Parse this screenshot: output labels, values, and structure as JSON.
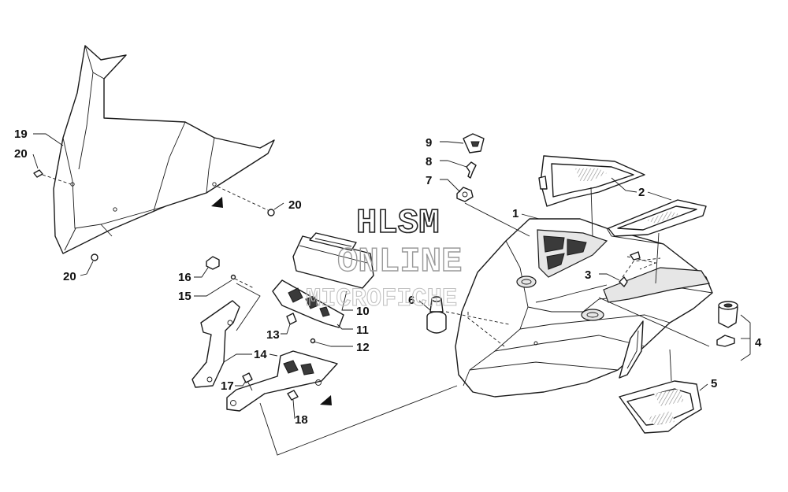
{
  "watermark": {
    "line1": "HLSM",
    "line2": "ONLINE",
    "line3": "MICROFICHE"
  },
  "callouts": {
    "c1": "1",
    "c2": "2",
    "c3": "3",
    "c4": "4",
    "c5": "5",
    "c6": "6",
    "c7": "7",
    "c8": "8",
    "c9": "9",
    "c10": "10",
    "c11": "11",
    "c12": "12",
    "c13": "13",
    "c14": "14",
    "c15": "15",
    "c16": "16",
    "c17": "17",
    "c18": "18",
    "c19": "19",
    "c20a": "20",
    "c20b": "20",
    "c20c": "20"
  }
}
